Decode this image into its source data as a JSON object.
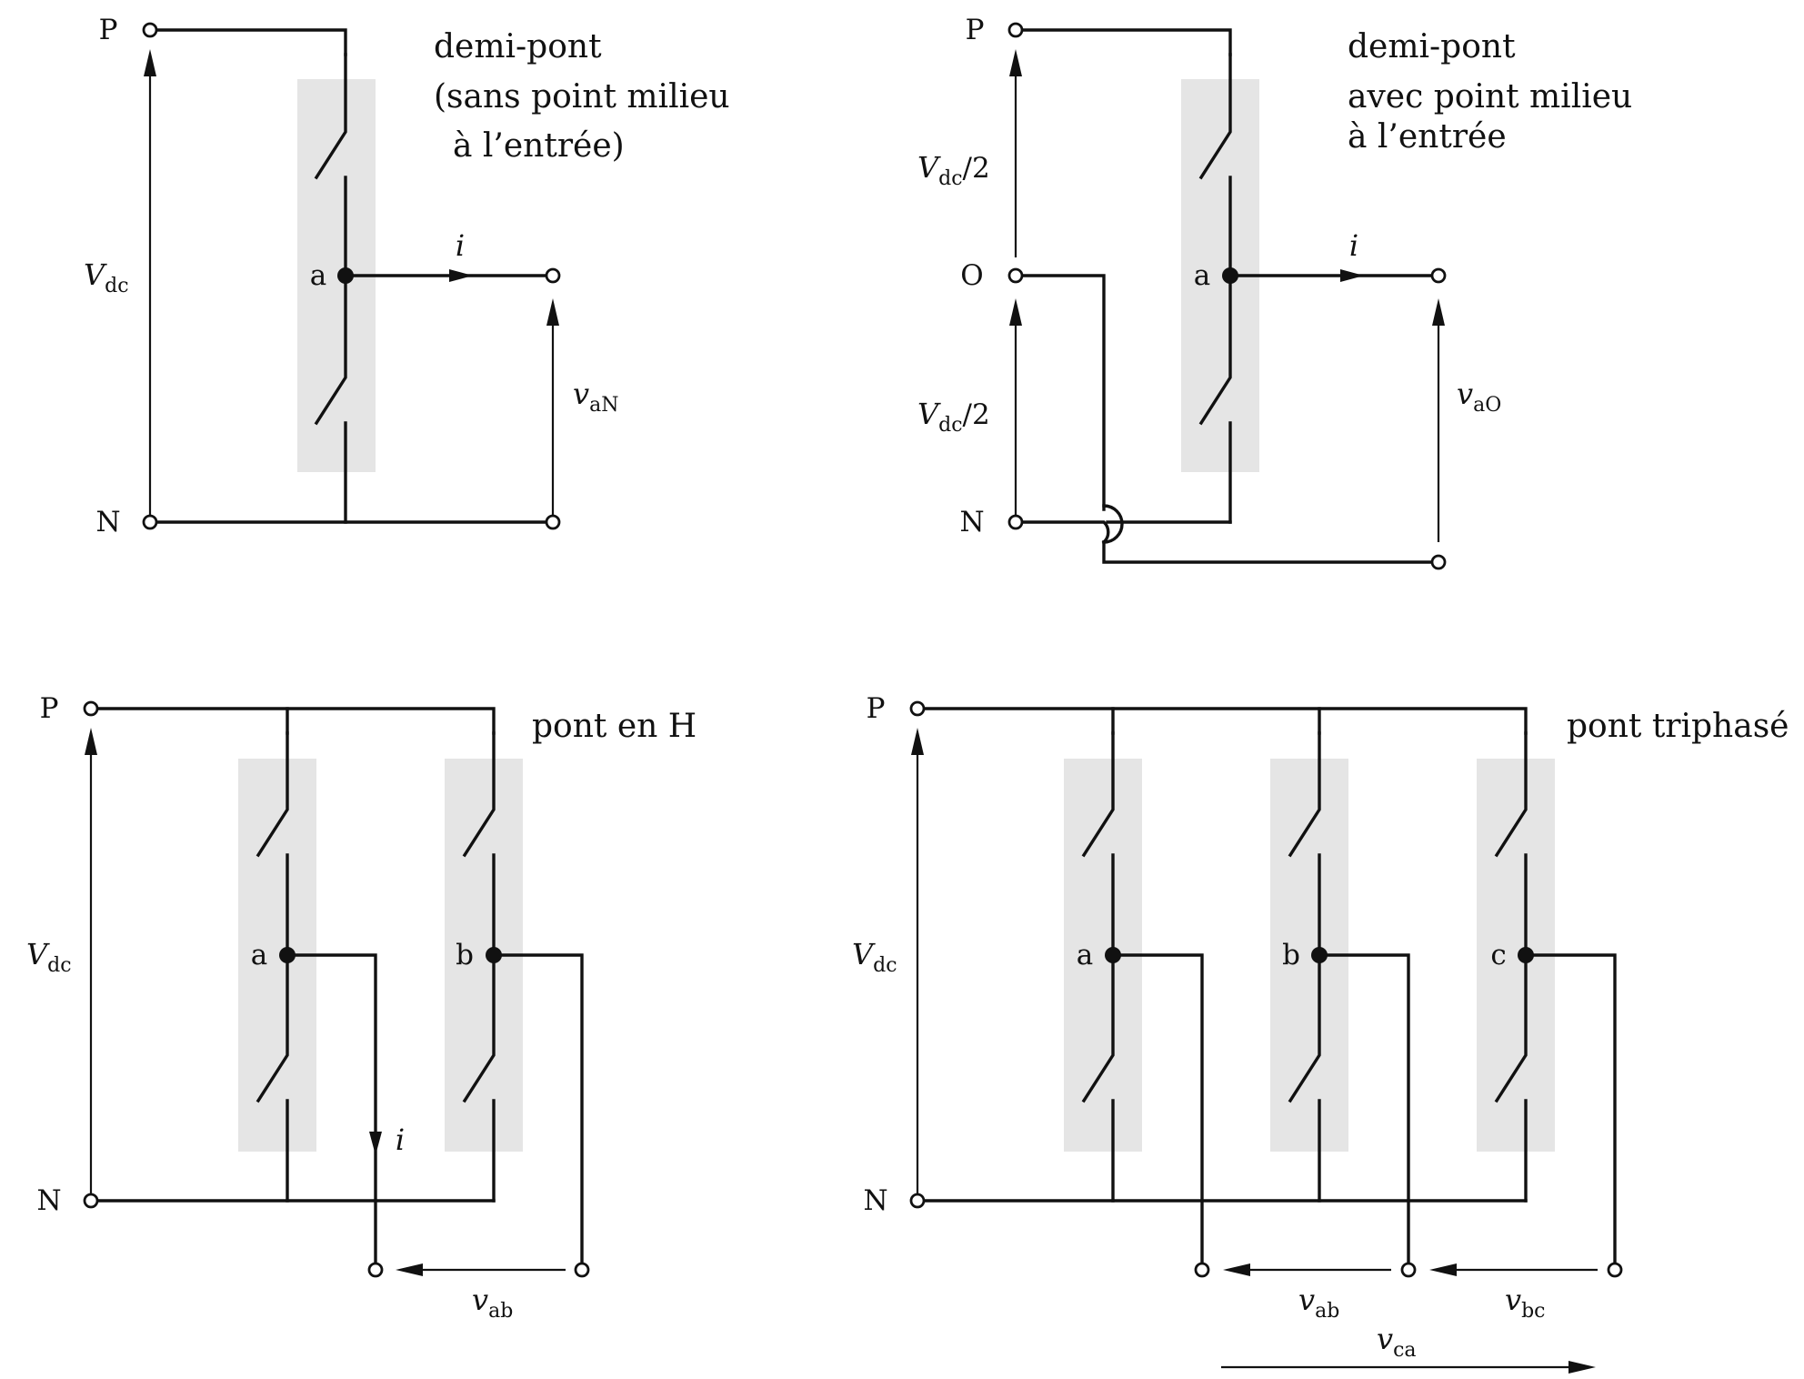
{
  "panels": {
    "half_bridge": {
      "title_lines": [
        "demi-pont",
        "(sans point milieu",
        "à l’entrée)"
      ],
      "terminal_P": "P",
      "terminal_N": "N",
      "node_a": "a",
      "current": "i",
      "vdc": {
        "main": "V",
        "sub": "dc"
      },
      "v_out": {
        "main": "v",
        "sub": "aN"
      }
    },
    "half_bridge_midpoint": {
      "title_lines": [
        "demi-pont",
        "avec point milieu",
        "à l’entrée"
      ],
      "terminal_P": "P",
      "terminal_O": "O",
      "terminal_N": "N",
      "node_a": "a",
      "current": "i",
      "vdc_half_top": {
        "main": "V",
        "sub": "dc",
        "suffix": "/2"
      },
      "vdc_half_bottom": {
        "main": "V",
        "sub": "dc",
        "suffix": "/2"
      },
      "v_out": {
        "main": "v",
        "sub": "aO"
      }
    },
    "h_bridge": {
      "title": "pont en H",
      "terminal_P": "P",
      "terminal_N": "N",
      "node_a": "a",
      "node_b": "b",
      "current": "i",
      "vdc": {
        "main": "V",
        "sub": "dc"
      },
      "v_ab": {
        "main": "v",
        "sub": "ab"
      }
    },
    "three_phase": {
      "title": "pont triphasé",
      "terminal_P": "P",
      "terminal_N": "N",
      "node_a": "a",
      "node_b": "b",
      "node_c": "c",
      "vdc": {
        "main": "V",
        "sub": "dc"
      },
      "v_ab": {
        "main": "v",
        "sub": "ab"
      },
      "v_bc": {
        "main": "v",
        "sub": "bc"
      },
      "v_ca": {
        "main": "v",
        "sub": "ca"
      }
    }
  }
}
